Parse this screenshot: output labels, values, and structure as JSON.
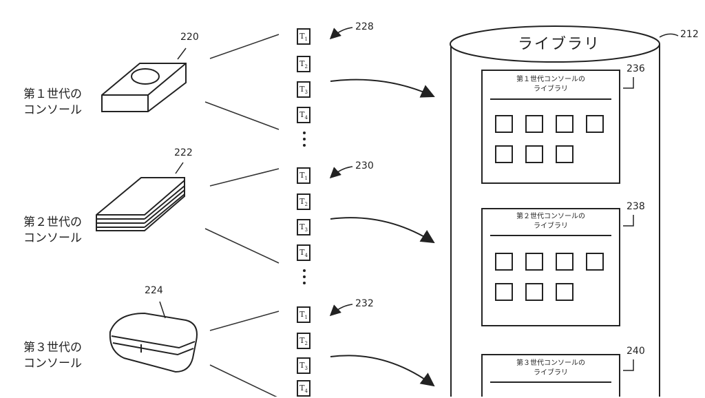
{
  "consoles": [
    {
      "label_line1": "第１世代の",
      "label_line2": "コンソール",
      "ref": "220"
    },
    {
      "label_line1": "第２世代の",
      "label_line2": "コンソール",
      "ref": "222"
    },
    {
      "label_line1": "第３世代の",
      "label_line2": "コンソール",
      "ref": "224"
    }
  ],
  "token_groups": [
    {
      "ref": "228",
      "tokens": [
        "T",
        "T",
        "T",
        "T"
      ],
      "subs": [
        "1",
        "2",
        "3",
        "4"
      ]
    },
    {
      "ref": "230",
      "tokens": [
        "T",
        "T",
        "T",
        "T"
      ],
      "subs": [
        "1",
        "2",
        "3",
        "4"
      ]
    },
    {
      "ref": "232",
      "tokens": [
        "T",
        "T",
        "T",
        "T"
      ],
      "subs": [
        "1",
        "2",
        "3",
        "4"
      ]
    }
  ],
  "library": {
    "title": "ライブラリ",
    "ref": "212",
    "sublibraries": [
      {
        "line1": "第１世代コンソールの",
        "line2": "ライブラリ",
        "ref": "236"
      },
      {
        "line1": "第２世代コンソールの",
        "line2": "ライブラリ",
        "ref": "238"
      },
      {
        "line1": "第３世代コンソールの",
        "line2": "ライブラリ",
        "ref": "240"
      }
    ]
  }
}
